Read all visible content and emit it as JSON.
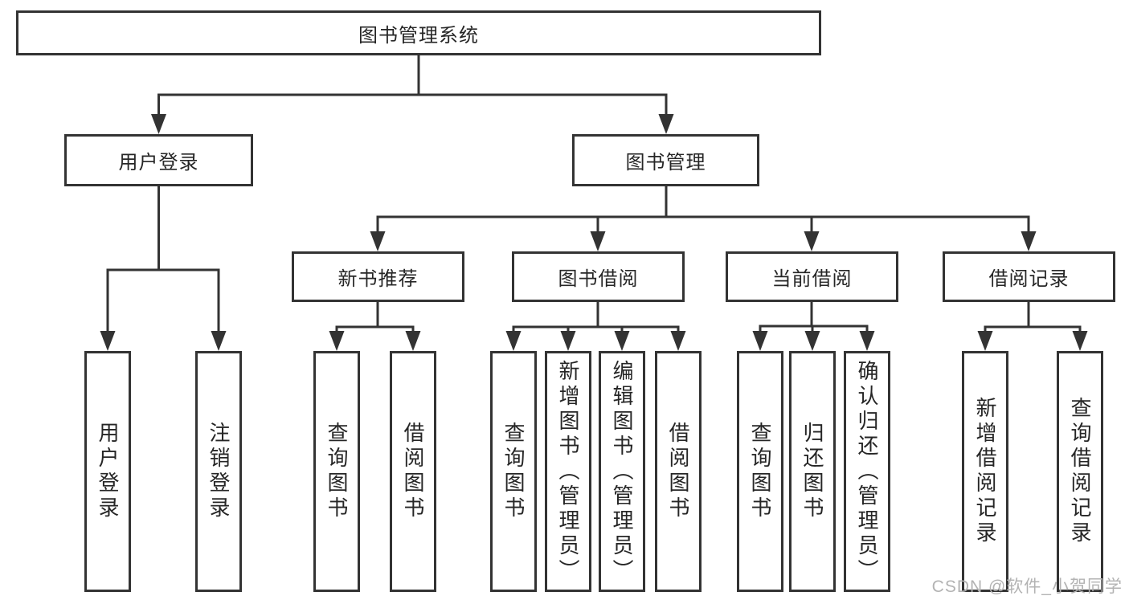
{
  "diagram": {
    "type": "hierarchy-tree",
    "levels": 4
  },
  "nodes": {
    "root": "图书管理系统",
    "user_login": "用户登录",
    "book_mgmt": "图书管理",
    "new_book_rec": "新书推荐",
    "book_borrow": "图书借阅",
    "current_borrow": "当前借阅",
    "borrow_records": "借阅记录",
    "ul_login": "用户登录",
    "ul_logout": "注销登录",
    "nbr_query_book": "查询图书",
    "nbr_borrow_book": "借阅图书",
    "bb_query_book": "查询图书",
    "bb_add_book": "新增图书（管理员）",
    "bb_edit_book": "编辑图书（管理员）",
    "bb_borrow_book": "借阅图书",
    "cb_query_book": "查询图书",
    "cb_return_book": "归还图书",
    "cb_confirm_return": "确认归还（管理员）",
    "br_add_record": "新增借阅记录",
    "br_query_record": "查询借阅记录"
  },
  "colors": {
    "line": "#333333",
    "border": "#333333",
    "text": "#262626",
    "watermark": "#b3b3b3",
    "background": "#ffffff"
  },
  "watermark": {
    "text": "CSDN @软件_小贺同学"
  }
}
